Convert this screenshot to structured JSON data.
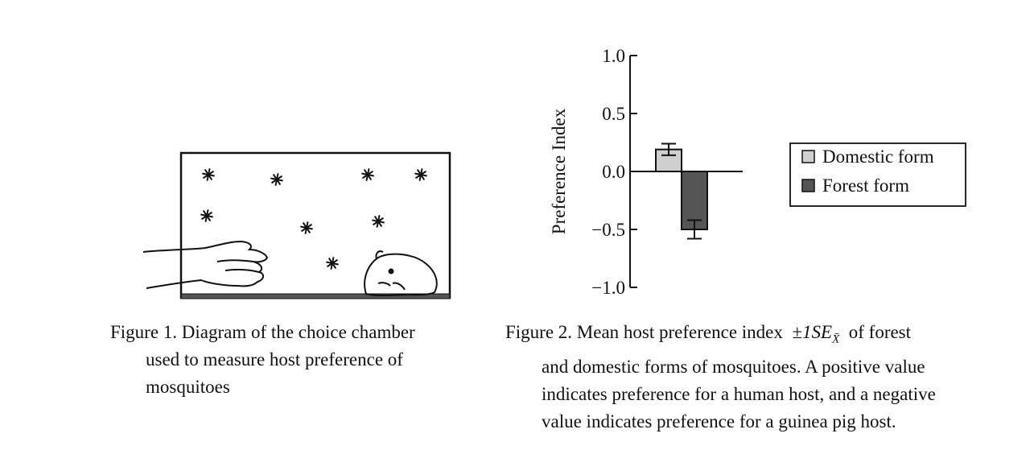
{
  "figure1": {
    "caption_lines": [
      "Figure 1. Diagram of the choice chamber",
      "used to measure host preference of",
      "mosquitoes"
    ]
  },
  "figure2": {
    "caption_prefix": "Figure 2. Mean host preference index",
    "caption_symbol": "±1SE",
    "caption_subscript": "X̄",
    "caption_after": "of forest",
    "caption_lines": [
      "and domestic forms of mosquitoes. A positive value",
      "indicates preference for a human host, and a negative",
      "value indicates preference for a guinea pig host."
    ]
  },
  "chart_data": {
    "type": "bar",
    "categories": [
      "Domestic form",
      "Forest form"
    ],
    "values": [
      0.19,
      -0.5
    ],
    "errors": [
      0.05,
      0.08
    ],
    "colors": [
      "#cfcfcf",
      "#555555"
    ],
    "ylabel": "Preference Index",
    "ylim": [
      -1.0,
      1.0
    ],
    "yticks": [
      "1.0",
      "0.5",
      "0.0",
      "−0.5",
      "−1.0"
    ],
    "ytick_values": [
      1.0,
      0.5,
      0.0,
      -0.5,
      -1.0
    ],
    "legend": [
      "Domestic form",
      "Forest form"
    ],
    "legend_position": "right",
    "grid": false
  }
}
